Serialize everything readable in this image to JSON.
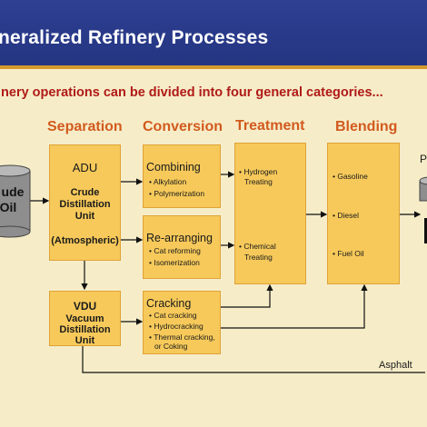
{
  "title": "neralized Refinery Processes",
  "subtitle": "inery operations can be divided into four general categories...",
  "columns": {
    "separation": "Separation",
    "conversion": "Conversion",
    "treatment": "Treatment",
    "blending": "Blending"
  },
  "crude": {
    "line1": "ude",
    "line2": "Oil"
  },
  "product_label": "P",
  "adu": {
    "title": "ADU",
    "line1": "Crude",
    "line2": "Distillation",
    "line3": "Unit",
    "line4": "(Atmospheric)"
  },
  "vdu": {
    "title": "VDU",
    "line1": "Vacuum",
    "line2": "Distillation",
    "line3": "Unit"
  },
  "combining": {
    "title": "Combining",
    "items": [
      "Alkylation",
      "Polymerization"
    ]
  },
  "rearranging": {
    "title": "Re-arranging",
    "items": [
      "Cat reforming",
      "Isomerization"
    ]
  },
  "cracking": {
    "title": "Cracking",
    "items": [
      "Cat cracking",
      "Hydrocracking",
      "Thermal cracking,"
    ],
    "extra": "or Coking"
  },
  "treatment": {
    "item1": [
      "Hydrogen",
      "Treating"
    ],
    "item2": [
      "Chemical",
      "Treating"
    ]
  },
  "blending": {
    "items": [
      "Gasoline",
      "Diesel",
      "Fuel Oil"
    ]
  },
  "asphalt": "Asphalt",
  "colors": {
    "title_bg": "#243582",
    "accent": "#d59a2a",
    "heading": "#d25a1e",
    "subtitle": "#b01a18",
    "box": "#f6c95a",
    "background": "#f6edc8"
  }
}
